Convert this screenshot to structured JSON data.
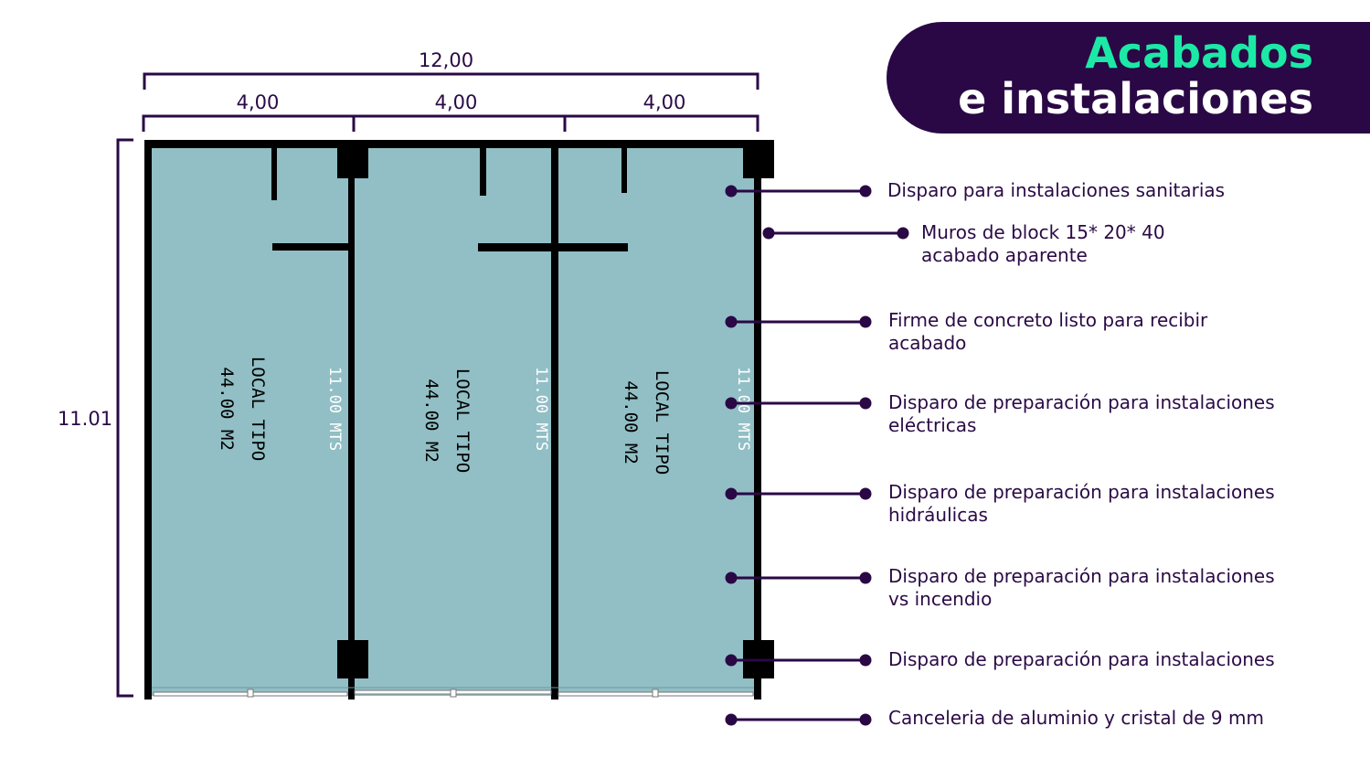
{
  "title": {
    "line1": "Acabados",
    "line2": "e instalaciones"
  },
  "colors": {
    "purple": "#2a0845",
    "green": "#1de9a6",
    "floor": "#91bfc5"
  },
  "dimensions": {
    "total_width": "12,00",
    "module_widths": [
      "4,00",
      "4,00",
      "4,00"
    ],
    "height": "11.01"
  },
  "rooms": [
    {
      "name": "LOCAL TIPO",
      "area": "44.00 M2",
      "length": "11.00 MTS"
    },
    {
      "name": "LOCAL TIPO",
      "area": "44.00 M2",
      "length": "11.00 MTS"
    },
    {
      "name": "LOCAL TIPO",
      "area": "44.00 M2",
      "length": "11.00 MTS"
    }
  ],
  "legend": [
    {
      "lines": [
        "Disparo para instalaciones sanitarias"
      ]
    },
    {
      "lines": [
        "Muros de block 15* 20* 40",
        "acabado aparente"
      ]
    },
    {
      "lines": [
        "Firme de concreto listo para recibir",
        "acabado"
      ]
    },
    {
      "lines": [
        "Disparo de preparación para instalaciones",
        "eléctricas"
      ]
    },
    {
      "lines": [
        "Disparo de preparación para instalaciones",
        "hidráulicas"
      ]
    },
    {
      "lines": [
        "Disparo de preparación para instalaciones",
        "vs incendio"
      ]
    },
    {
      "lines": [
        "Disparo de preparación para instalaciones"
      ]
    },
    {
      "lines": [
        "Canceleria de aluminio y cristal de 9 mm"
      ]
    }
  ]
}
